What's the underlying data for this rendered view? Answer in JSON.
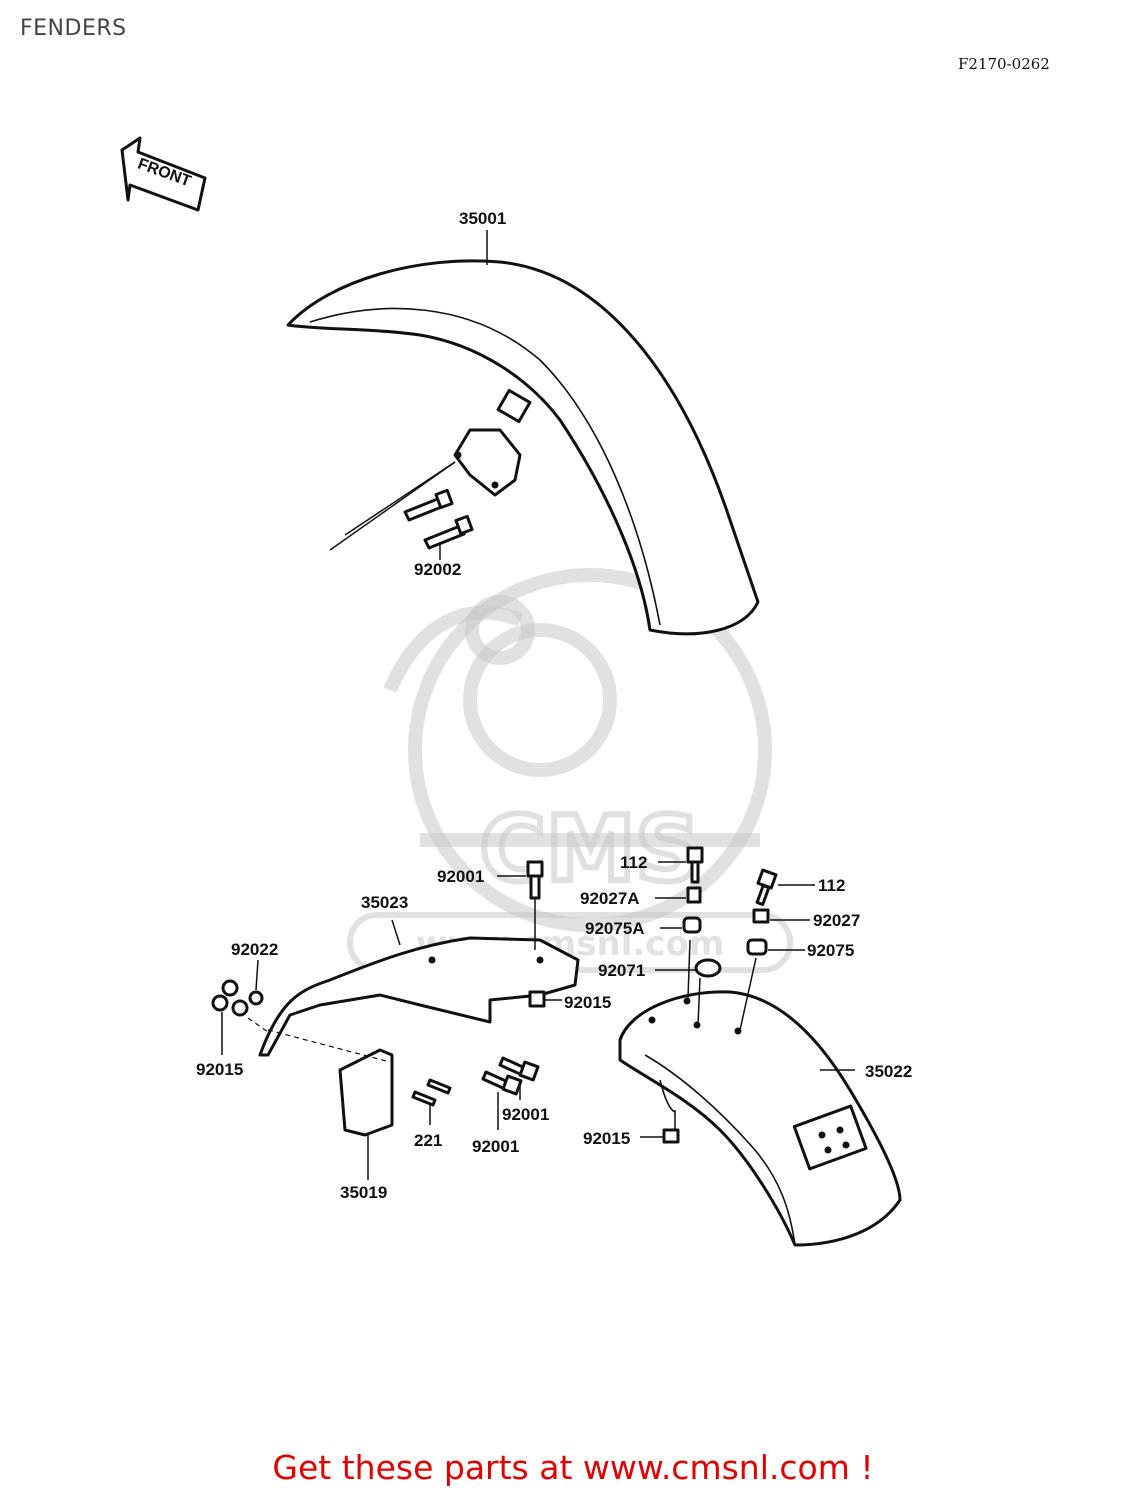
{
  "header": {
    "title": "FENDERS",
    "drawing_code": "F2170-0262"
  },
  "arrow_label": "FRONT",
  "watermark": {
    "brand": "CMS",
    "site": "www.cmsnl.com"
  },
  "callouts": {
    "front_fender": "35001",
    "front_bolt": "92002",
    "rear_fender": "35022",
    "rear_inner_fender": "35023",
    "flap": "35019",
    "nut_top": "92015",
    "washer": "92022",
    "nut_left": "92015",
    "bolt_top": "92001",
    "bolt_right_a": "92001",
    "bolt_right_b": "92001",
    "screw": "221",
    "bolt_112_a": "112",
    "bolt_112_b": "112",
    "collar_a": "92027A",
    "collar": "92027",
    "grommet_a": "92075A",
    "grommet": "92075",
    "damper": "92071",
    "nut_rear": "92015"
  },
  "footer": "Get these parts at www.cmsnl.com !",
  "colors": {
    "footer": "#e00000",
    "ink": "#111111",
    "watermark": "#c8c8c8"
  }
}
